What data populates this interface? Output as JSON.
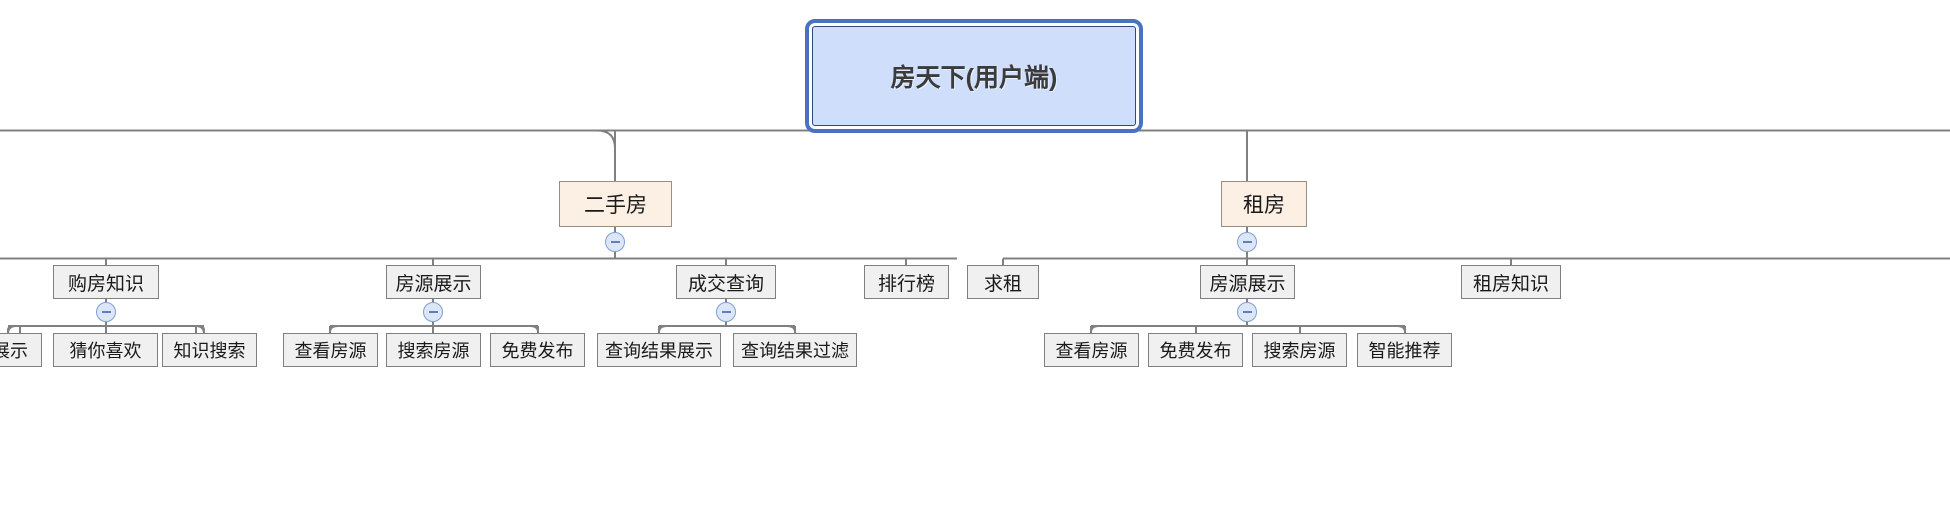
{
  "diagram": {
    "type": "mind-map",
    "title": "房天下(用户端)",
    "background": "#ffffff",
    "colors": {
      "root_fill": "#cfdefb",
      "root_border": "#2f4a7a",
      "root_selection": "#4a72c0",
      "level2_fill": "#fcefe3",
      "level2_border": "#9b8d82",
      "node_fill": "#f0f0f0",
      "node_border": "#7f7f7f",
      "edge": "#808080",
      "toggle_fill": "#dde6f7",
      "toggle_border": "#7e9fd4"
    }
  },
  "toggle": {
    "glyph": "minus",
    "label": "−"
  },
  "nodes": {
    "root": {
      "label": "房天下(用户端)"
    },
    "ershoufang": {
      "label": "二手房"
    },
    "zufang": {
      "label": "租房"
    },
    "gfzs": {
      "label": "购房知识"
    },
    "gfzs_c1": {
      "label": "展示"
    },
    "gfzs_c2": {
      "label": "猜你喜欢"
    },
    "gfzs_c3": {
      "label": "知识搜索"
    },
    "fyzs_a": {
      "label": "房源展示"
    },
    "fyzs_a_c1": {
      "label": "查看房源"
    },
    "fyzs_a_c2": {
      "label": "搜索房源"
    },
    "fyzs_a_c3": {
      "label": "免费发布"
    },
    "cjcx": {
      "label": "成交查询"
    },
    "cjcx_c1": {
      "label": "查询结果展示"
    },
    "cjcx_c2": {
      "label": "查询结果过滤"
    },
    "phb": {
      "label": "排行榜"
    },
    "qiuzu": {
      "label": "求租"
    },
    "fyzs_b": {
      "label": "房源展示"
    },
    "fyzs_b_c1": {
      "label": "查看房源"
    },
    "fyzs_b_c2": {
      "label": "免费发布"
    },
    "fyzs_b_c3": {
      "label": "搜索房源"
    },
    "fyzs_b_c4": {
      "label": "智能推荐"
    },
    "zfzs": {
      "label": "租房知识"
    }
  }
}
